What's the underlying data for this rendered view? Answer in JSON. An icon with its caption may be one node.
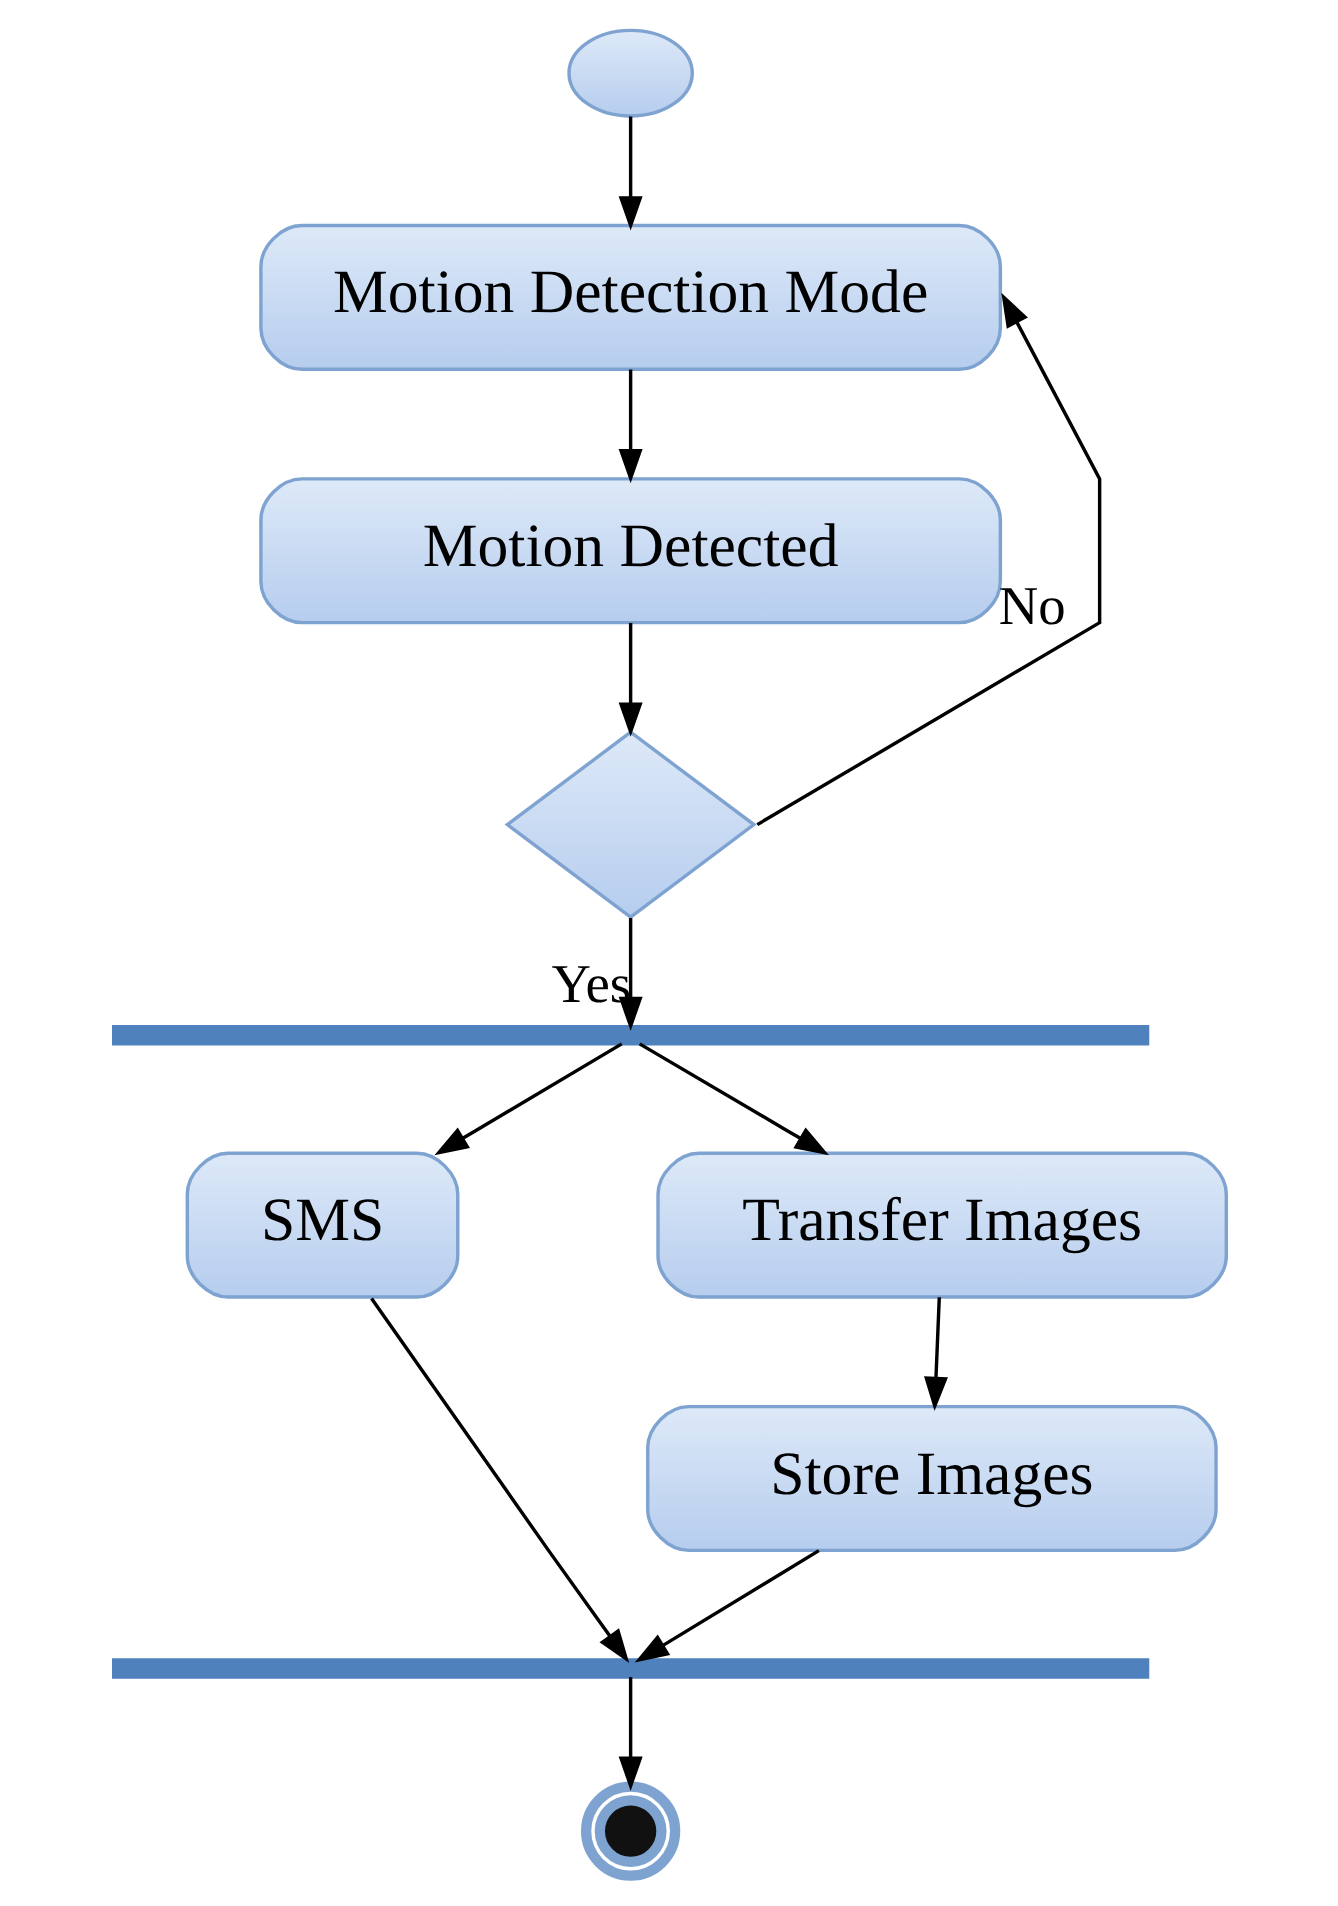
{
  "diagram": {
    "nodes": [
      {
        "text": [],
        "shape": "circle"
      },
      {
        "text": [
          "Motion Detection Mode"
        ]
      },
      {
        "text": [
          "Motion Detected"
        ]
      },
      {
        "text": [],
        "shape": "diamond"
      },
      {
        "text": [],
        "shape": "bar"
      },
      {
        "text": [
          "SMS"
        ]
      },
      {
        "text": [
          "Transfer Images"
        ]
      },
      {
        "text": [
          "Store Images"
        ]
      },
      {
        "text": [],
        "shape": "bar"
      },
      {
        "text": [],
        "shape": "bullseye"
      }
    ],
    "edges": [
      {
        "from": 0,
        "to": 1,
        "arrow": "to"
      },
      {
        "from": 1,
        "to": 2,
        "arrow": "to"
      },
      {
        "from": 2,
        "to": 3,
        "arrow": "to"
      },
      {
        "from": 3,
        "to": 1,
        "arrow": "to",
        "label": "No"
      },
      {
        "from": 3,
        "to": 4,
        "arrow": "to",
        "label": "Yes"
      },
      {
        "from": 4,
        "to": 5,
        "arrow": "to"
      },
      {
        "from": 4,
        "to": 6,
        "arrow": "to"
      },
      {
        "from": 6,
        "to": 7,
        "arrow": "to"
      },
      {
        "from": 5,
        "to": 8,
        "arrow": "to"
      },
      {
        "from": 7,
        "to": 8,
        "arrow": "to"
      },
      {
        "from": 8,
        "to": 9,
        "arrow": "to"
      }
    ]
  }
}
